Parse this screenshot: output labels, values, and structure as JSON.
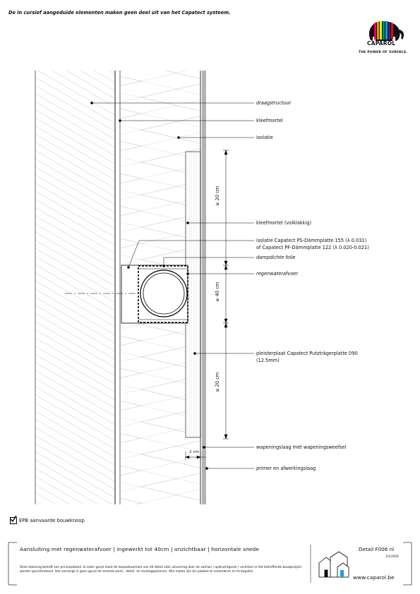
{
  "header": {
    "note": "De in cursief aangeduide elementen maken geen deel uit van het Capatect systeem.",
    "brand": "CAPAROL",
    "tagline": "THE POWER OF SURFACE."
  },
  "labels": [
    {
      "text": "draagstructuur",
      "italic": true
    },
    {
      "text": "kleefmortel",
      "italic": false
    },
    {
      "text": "isolatie",
      "italic": false
    },
    {
      "text": "kleefmortel (volklakkig)",
      "italic": false
    },
    {
      "text": "isolatie Capatect PS-Dämmplatte 155 (λ 0.031)",
      "italic": false
    },
    {
      "text": "of Capatect PF-Dämmplatte 122 (λ 0.020-0.021)",
      "italic": false
    },
    {
      "text": "dampdichte folie",
      "italic": true
    },
    {
      "text": "regenwaterafvoer",
      "italic": true
    },
    {
      "text": "pleisterplaat Capatect Putzträgerplatte 090",
      "italic": false
    },
    {
      "text": "(12.5mm)",
      "italic": false
    },
    {
      "text": "wapeningslaag met wapeningsweefsel",
      "italic": false
    },
    {
      "text": "primer en afwerkingslaag",
      "italic": false
    }
  ],
  "dimensions": {
    "upper": "≥ 20 cm",
    "middle": "≤ 40 cm",
    "lower": "≥ 20 cm",
    "gap": "2 cm"
  },
  "epb": {
    "label": "EPB aanvaarde bouwknoop"
  },
  "footer": {
    "title": "Aansluiting met regenwaterafvoer | ingewerkt tot 40cm | onzichtbaar | horizontale snede",
    "disclaimer": "Deze tekening betreft een principedetail. In ieder geval moet de toepasbaarheid van dit detail vóór uitvoering door de valman / opdrachtgever / architect in het betreffende bouwproject worden gecontroleerd. Het vervangt in geen geval de vereiste werk-, detail- en montageplannen. Alle maten zijn ter plaatse te controleren en te bepalen.",
    "detail": "Detail F006 nl",
    "date": "1/1/2020",
    "website": "www.caparol.be"
  }
}
